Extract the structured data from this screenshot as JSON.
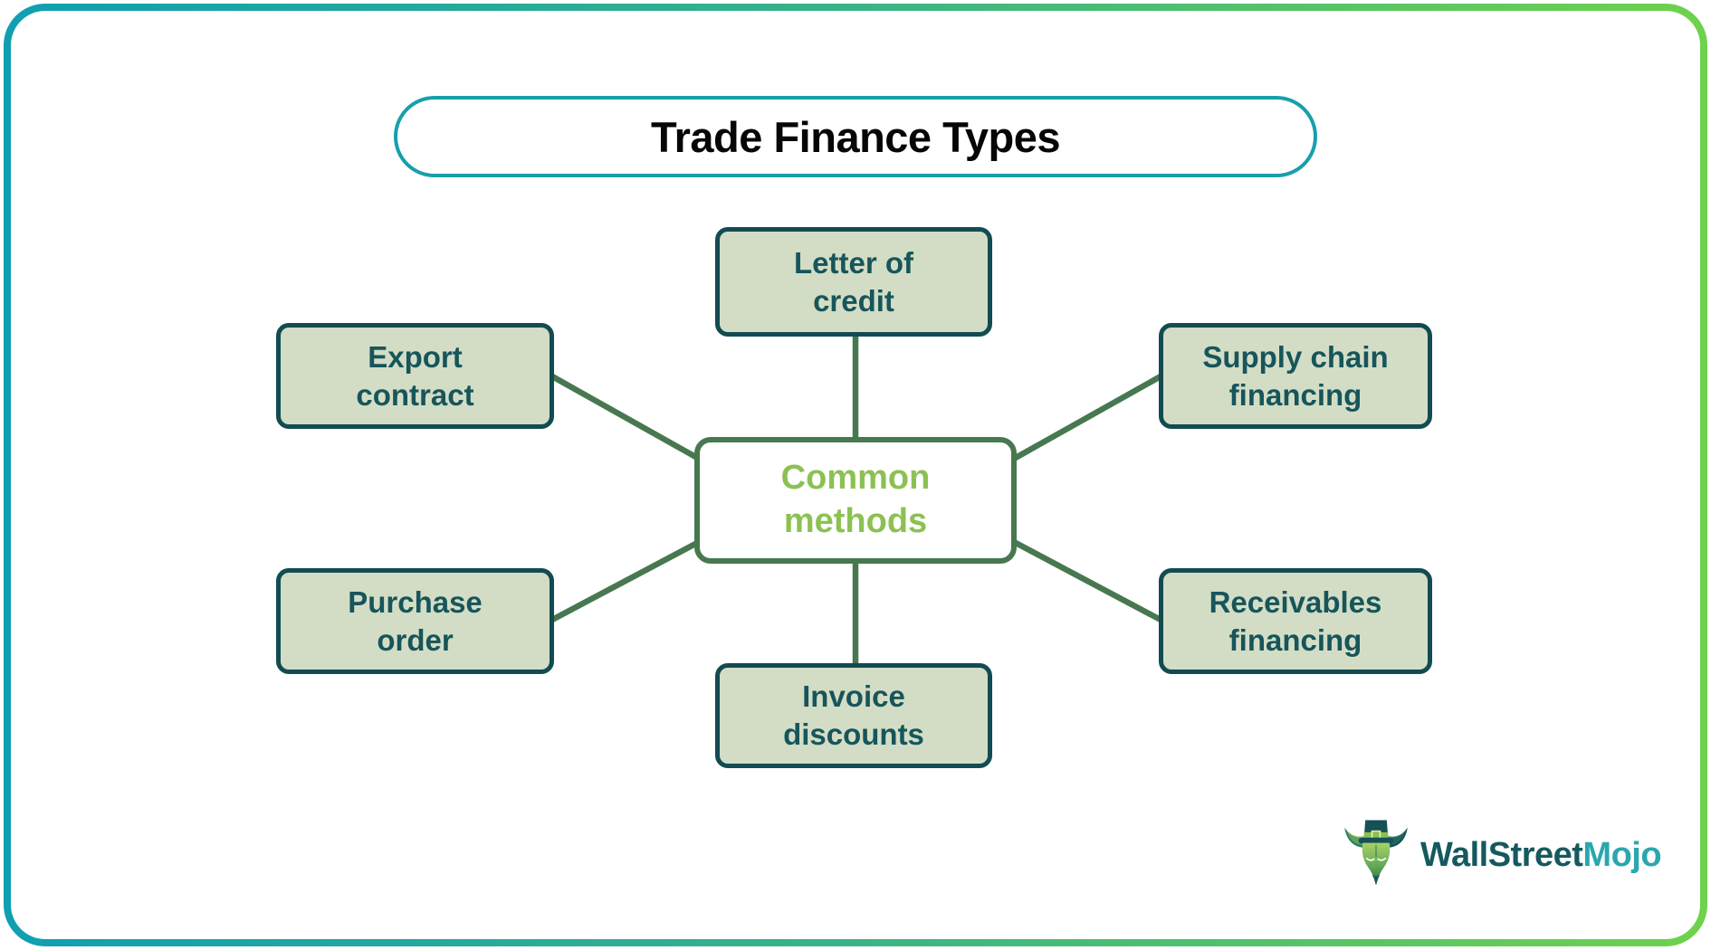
{
  "title": "Trade Finance Types",
  "center_node": {
    "id": "common-methods",
    "label": "Common\nmethods"
  },
  "nodes": [
    {
      "id": "letter-of-credit",
      "label": "Letter of\ncredit",
      "position": "top"
    },
    {
      "id": "export-contract",
      "label": "Export\ncontract",
      "position": "upper-left"
    },
    {
      "id": "supply-chain-financing",
      "label": "Supply chain\nfinancing",
      "position": "upper-right"
    },
    {
      "id": "purchase-order",
      "label": "Purchase\norder",
      "position": "lower-left"
    },
    {
      "id": "receivables-financing",
      "label": "Receivables\nfinancing",
      "position": "lower-right"
    },
    {
      "id": "invoice-discounts",
      "label": "Invoice\ndiscounts",
      "position": "bottom"
    }
  ],
  "logo": {
    "brand_primary": "WallStreet",
    "brand_accent": "Mojo",
    "mascot": "bull-with-top-hat-icon"
  },
  "colors": {
    "frame_gradient_start": "#0f9fb1",
    "frame_gradient_end": "#6ed24c",
    "title_border": "#189fab",
    "title_text": "#060606",
    "node_fill": "#d3ddc5",
    "node_border": "#134b52",
    "node_text": "#17555b",
    "center_border": "#47784f",
    "center_text": "#8cc152",
    "connector": "#47784f",
    "logo_primary": "#15595f",
    "logo_accent": "#2aa7ad"
  }
}
